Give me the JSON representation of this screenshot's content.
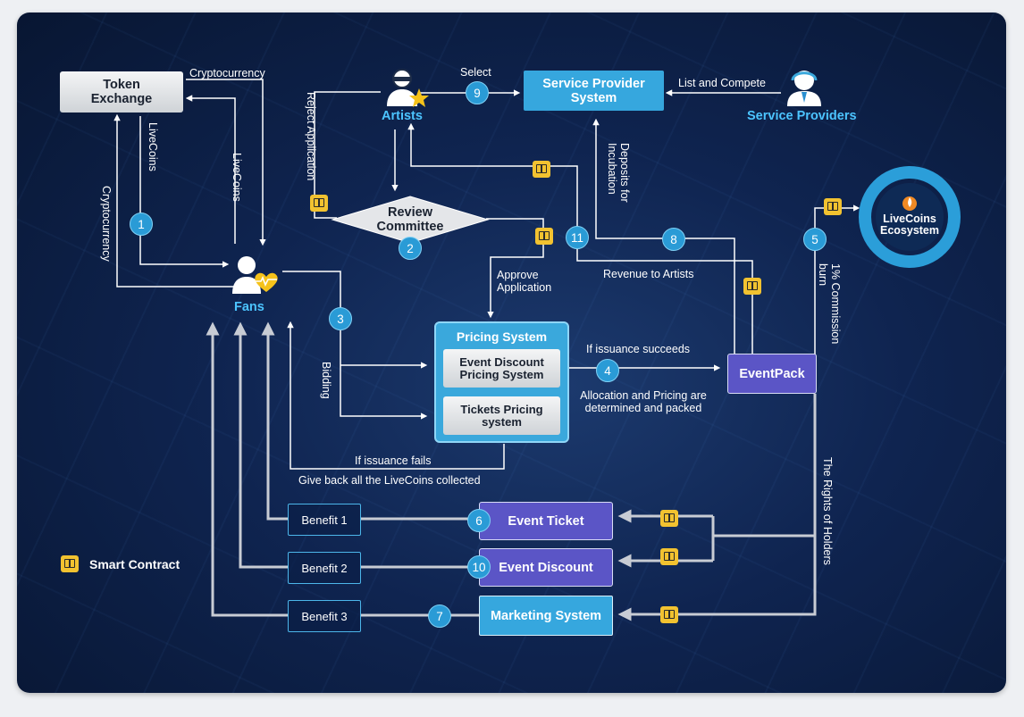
{
  "nodes": {
    "token_exchange": "Token\nExchange",
    "service_provider_system": "Service Provider\nSystem",
    "review_committee": "Review\nCommittee",
    "pricing_system": "Pricing System",
    "event_discount_pricing": "Event Discount\nPricing System",
    "tickets_pricing": "Tickets Pricing\nsystem",
    "eventpack": "EventPack",
    "event_ticket": "Event Ticket",
    "event_discount": "Event Discount",
    "marketing_system": "Marketing System",
    "livecoins_ecosystem": "LiveCoins\nEcosystem"
  },
  "actors": {
    "artists": "Artists",
    "fans": "Fans",
    "service_providers": "Service Providers"
  },
  "benefits": [
    "Benefit 1",
    "Benefit 2",
    "Benefit 3"
  ],
  "steps": [
    "1",
    "2",
    "3",
    "4",
    "5",
    "6",
    "7",
    "8",
    "9",
    "10",
    "11"
  ],
  "labels": {
    "cryptocurrency_top": "Cryptocurrency",
    "livecoins_left": "LiveCoins",
    "cryptocurrency_left": "Cryptocurrency",
    "livecoins_right": "LiveCoins",
    "reject_application": "Reject Application",
    "select": "Select",
    "list_and_compete": "List and Compete",
    "deposits_for_incubation": "Deposits for\nIncubation",
    "approve_application": "Approve\nApplication",
    "revenue_to_artists": "Revenue to Artists",
    "commission_burn": "1% Commission\nburn",
    "bidding": "Bidding",
    "if_issuance_succeeds": "If issuance succeeds",
    "allocation_pricing": "Allocation and Pricing are\ndetermined and packed",
    "if_issuance_fails": "If issuance fails",
    "give_back": "Give back all the LiveCoins collected",
    "rights_of_holders": "The Rights of Holders"
  },
  "legend": {
    "smart_contract": "Smart Contract"
  },
  "colors": {
    "background": "#0f2450",
    "accent_cyan": "#36a7de",
    "purple": "#5b55c6",
    "smart_contract_yellow": "#f2c230",
    "actor_label": "#4cc4ff"
  },
  "icons": [
    "token-exchange",
    "artist-icon",
    "service-provider-icon",
    "fan-heart-icon",
    "smart-contract-icon",
    "flame-logo-icon"
  ]
}
